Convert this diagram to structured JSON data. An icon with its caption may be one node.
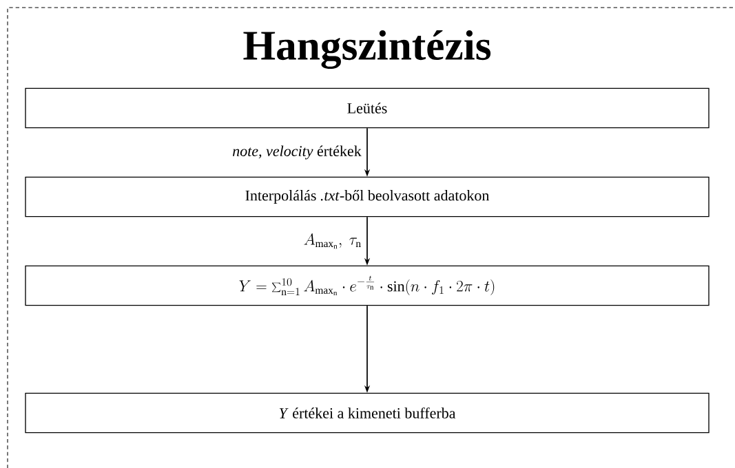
{
  "diagram": {
    "title": "Hangszintézis",
    "nodes": [
      {
        "text": [
          "Leütés"
        ]
      },
      {
        "text": [
          "Interpolálás *.txt*-ből beolvasott adatokon"
        ]
      },
      {
        "text": [
          "Y = \\sum_{\\mathrm{n}=1}^{10} A_{\\max_{\\mathrm{n}}} \\cdot e^{-\\frac{t}{\\tau_{\\mathrm{n}}}} \\cdot \\sin(n \\cdot f_1 \\cdot 2\\pi \\cdot t)"
        ]
      },
      {
        "text": [
          "*Y* értékei a kimeneti bufferba"
        ]
      }
    ],
    "edges": [
      {
        "from": 0,
        "to": 1,
        "arrow": "to",
        "label": "*note, velocity* értékek"
      },
      {
        "from": 1,
        "to": 2,
        "arrow": "to",
        "label": "A_{\\max_{\\mathrm{n}}},\\ \\tau_{\\mathrm{n}}"
      },
      {
        "from": 2,
        "to": 3,
        "arrow": "to"
      }
    ]
  }
}
